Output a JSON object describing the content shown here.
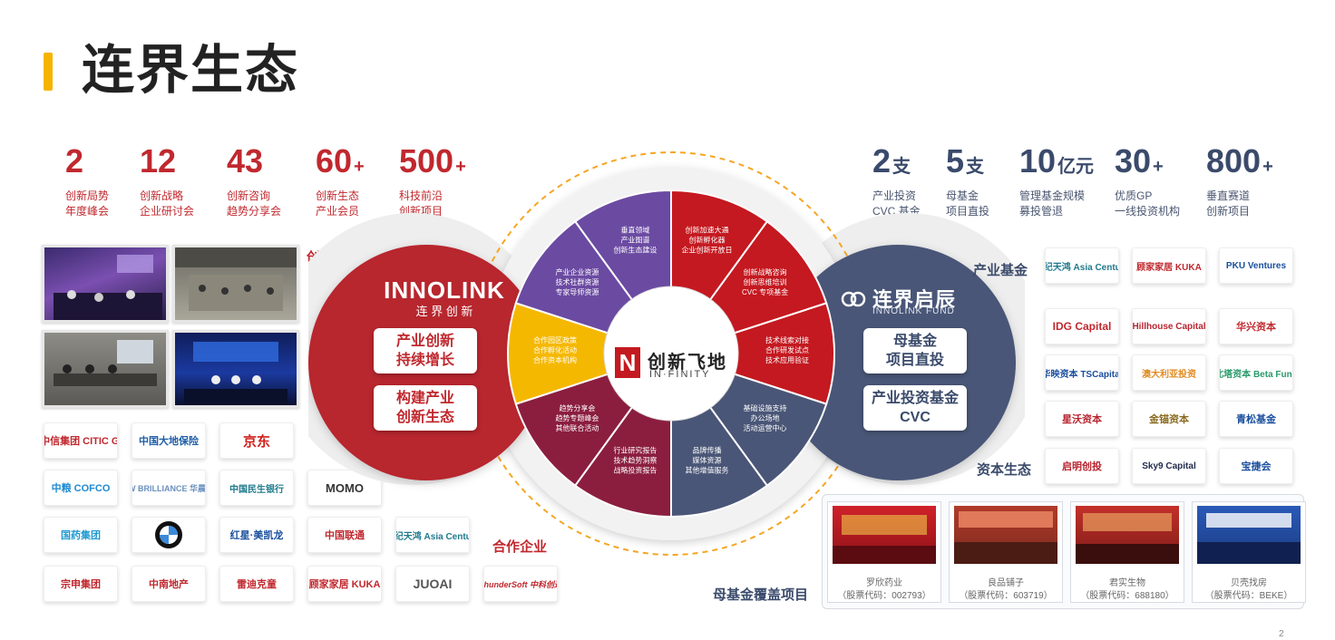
{
  "title": "连界生态",
  "page_number": "2",
  "left_stats": [
    {
      "num": "2",
      "suffix": "",
      "desc": [
        "创新局势",
        "年度峰会"
      ]
    },
    {
      "num": "12",
      "suffix": "",
      "desc": [
        "创新战略",
        "企业研讨会"
      ]
    },
    {
      "num": "43",
      "suffix": "",
      "desc": [
        "创新咨询",
        "趋势分享会"
      ]
    },
    {
      "num": "60",
      "suffix": "+",
      "desc": [
        "创新生态",
        "产业会员"
      ]
    },
    {
      "num": "500",
      "suffix": "+",
      "desc": [
        "科技前沿",
        "创新项目"
      ]
    }
  ],
  "right_stats": [
    {
      "num": "2",
      "suffix": "支",
      "desc": [
        "产业投资",
        "CVC 基金"
      ]
    },
    {
      "num": "5",
      "suffix": "支",
      "desc": [
        "母基金",
        "项目直投"
      ]
    },
    {
      "num": "10",
      "suffix": "亿元",
      "desc": [
        "管理基金规模",
        "募投管退"
      ]
    },
    {
      "num": "30",
      "suffix": "+",
      "desc": [
        "优质GP",
        "一线投资机构"
      ]
    },
    {
      "num": "800",
      "suffix": "+",
      "desc": [
        "垂直赛道",
        "创新项目"
      ]
    }
  ],
  "labels": {
    "innovation_business": "创新业务",
    "partners": "合作企业",
    "industry_fund": "产业基金",
    "capital_ecosystem": "资本生态",
    "fof_projects": "母基金覆盖项目"
  },
  "innolink": {
    "logo": "INNOLINK",
    "sub": "连 界 创 新",
    "btn1": "产业创新\n持续增长",
    "btn2": "构建产业\n创新生态"
  },
  "innolink_fund": {
    "name": "连界启辰",
    "sub": "INNOLINK FUND",
    "btn1": "母基金\n项目直投",
    "btn2": "产业投资基金\nCVC"
  },
  "center": {
    "logo_mark": "N",
    "name": "创新飞地",
    "en": "IN·FINITY"
  },
  "segments": [
    {
      "lines": [
        "垂直领域",
        "产业图谱",
        "创新生态建设"
      ],
      "color": "#6b4aa2"
    },
    {
      "lines": [
        "创新加速大通",
        "创新孵化器",
        "企业创新开放日"
      ],
      "color": "#c41920"
    },
    {
      "lines": [
        "创新战略咨询",
        "创新思维培训",
        "CVC 专项基金"
      ],
      "color": "#c41920"
    },
    {
      "lines": [
        "技术线索对接",
        "合作研发试点",
        "技术应用验证"
      ],
      "color": "#c41920"
    },
    {
      "lines": [
        "基础设施支持",
        "办公场地",
        "活动运营中心"
      ],
      "color": "#4a5677"
    },
    {
      "lines": [
        "品牌传播",
        "媒体资源",
        "其他增值服务"
      ],
      "color": "#4a5677"
    },
    {
      "lines": [
        "行业研究报告",
        "技术趋势洞察",
        "战略投资报告"
      ],
      "color": "#8b1e3f"
    },
    {
      "lines": [
        "趋势分享会",
        "趋势专题峰会",
        "其他联合活动"
      ],
      "color": "#8b1e3f"
    },
    {
      "lines": [
        "合作园区政策",
        "合作孵化活动",
        "合作资本机构"
      ],
      "color": "#f5b800"
    },
    {
      "lines": [
        "产业企业资源",
        "技术社群资源",
        "专家导师资源"
      ],
      "color": "#6b4aa2"
    }
  ],
  "partner_logos": [
    [
      "中国中信集团 CITIC Group",
      "中国大地保险",
      "京东"
    ],
    [
      "中粮 COFCO",
      "BMW BRILLIANCE 华晨宝马",
      "中国民生银行",
      "MOMO"
    ],
    [
      "国药集团",
      "BMW",
      "红星·美凯龙",
      "中国联通",
      "世纪天鸿 Asia Century"
    ],
    [
      "宗申集团",
      "中南地产",
      "雷迪克童",
      "顾家家居 KUKA",
      "JUOAI",
      "ThunderSoft 中科创达"
    ]
  ],
  "fund_logos": [
    [
      "世纪天鸿 Asia Century",
      "顾家家居 KUKA",
      "PKU Ventures"
    ],
    [
      "IDG Capital",
      "Hillhouse Capital",
      "华兴资本"
    ],
    [
      "华映资本 TSCapital",
      "澳大利亚投资",
      "北塔资本 Beta Fund"
    ],
    [
      "星沃资本",
      "金锚资本",
      "青松基金"
    ],
    [
      "启明创投",
      "Sky9 Capital",
      "宝捷会"
    ]
  ],
  "projects": [
    {
      "name": "罗欣药业",
      "code": "（股票代码：002793）"
    },
    {
      "name": "良品铺子",
      "code": "（股票代码：603719）"
    },
    {
      "name": "君实生物",
      "code": "（股票代码：688180）"
    },
    {
      "name": "贝壳找房",
      "code": "（股票代码：BEKE）"
    }
  ],
  "colors": {
    "red": "#c0282e",
    "navy": "#4a5677",
    "yellow": "#f5b400",
    "purple": "#6b4aa2"
  }
}
